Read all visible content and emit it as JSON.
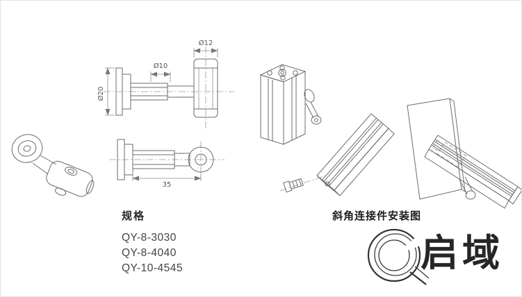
{
  "page": {
    "background": "#ffffff"
  },
  "drawing": {
    "dimension_labels": {
      "body_diameter": "Ø12",
      "shaft_diameter": "Ø10",
      "flange_diameter": "Ø20",
      "overall_length": "35"
    }
  },
  "specs": {
    "heading": "规格",
    "models": [
      "QY-8-3030",
      "QY-8-4040",
      "QY-10-4545"
    ]
  },
  "installation": {
    "caption": "斜角连接件安装图"
  },
  "brand": {
    "name": "启域"
  },
  "colors": {
    "line": "#6b6b6b",
    "text": "#262626",
    "background": "#ffffff"
  }
}
